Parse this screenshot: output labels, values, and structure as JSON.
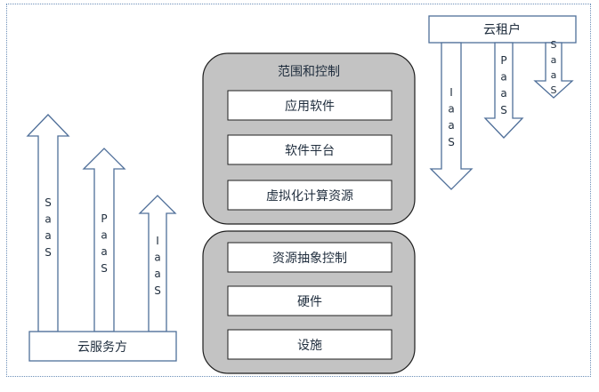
{
  "colors": {
    "arrow_stroke": "#4f6f99",
    "panel_fill": "#c3c3c3",
    "panel_stroke": "#1f1f1f",
    "box_fill": "#ffffff",
    "text": "#1f2d3d"
  },
  "consumer": {
    "label": "云租户",
    "arrows": [
      {
        "label": "IaaS"
      },
      {
        "label": "PaaS"
      },
      {
        "label": "SaaS"
      }
    ]
  },
  "provider": {
    "label": "云服务方",
    "arrows": [
      {
        "label": "SaaS"
      },
      {
        "label": "PaaS"
      },
      {
        "label": "IaaS"
      }
    ]
  },
  "control_panel": {
    "title": "范围和控制",
    "items": [
      "应用软件",
      "软件平台",
      "虚拟化计算资源"
    ]
  },
  "infra_panel": {
    "items": [
      "资源抽象控制",
      "硬件",
      "设施"
    ]
  }
}
